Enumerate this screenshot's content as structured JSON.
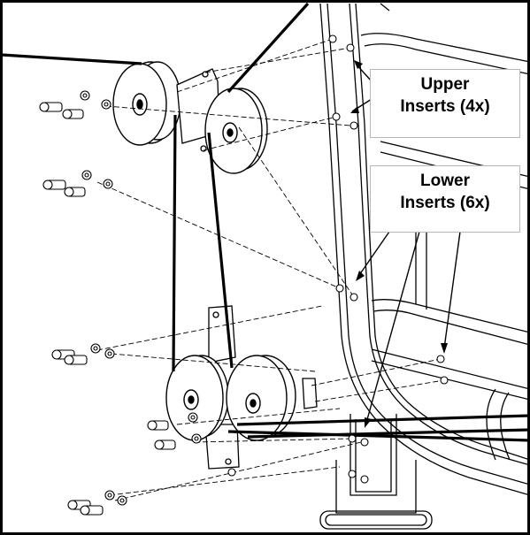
{
  "callouts": {
    "upper": {
      "line1": "Upper",
      "line2": "Inserts (4x)"
    },
    "lower": {
      "line1": "Lower",
      "line2": "Inserts (6x)"
    }
  },
  "colors": {
    "ink": "#000000",
    "paper": "#ffffff",
    "box_border": "#b8b8b8"
  }
}
